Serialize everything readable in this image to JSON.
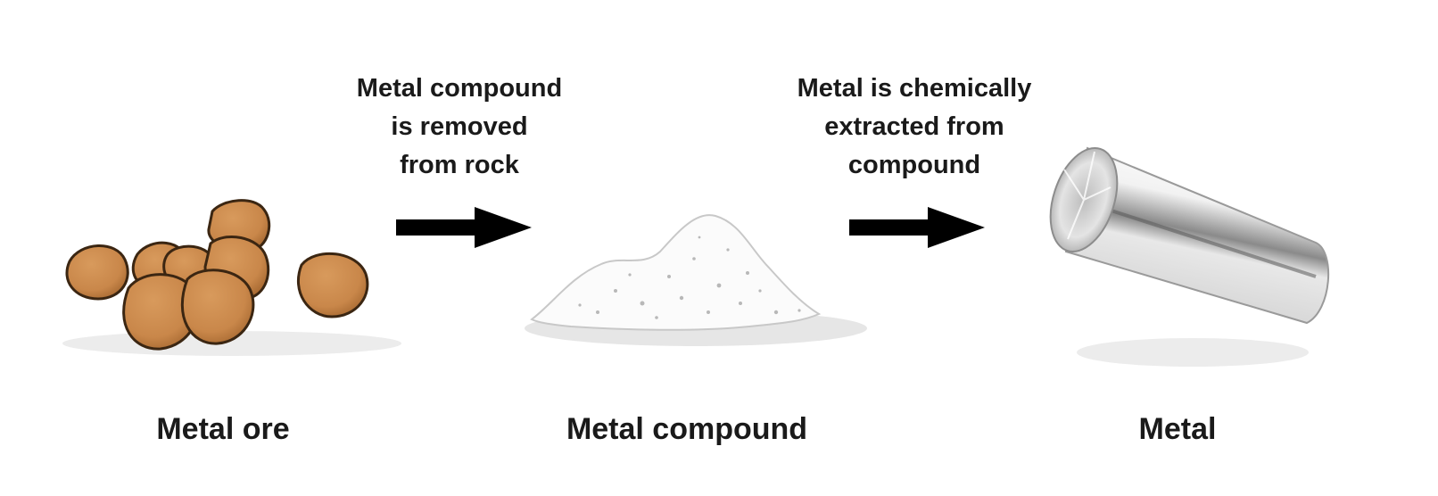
{
  "stages": [
    {
      "label": "Metal ore",
      "icon": "ore-rocks-icon"
    },
    {
      "label": "Metal compound",
      "icon": "powder-pile-icon"
    },
    {
      "label": "Metal",
      "icon": "metal-cylinder-icon"
    }
  ],
  "steps": [
    {
      "lines": [
        "Metal compound",
        "is removed",
        "from rock"
      ]
    },
    {
      "lines": [
        "Metal is chemically",
        "extracted from",
        "compound"
      ]
    }
  ],
  "colors": {
    "ore_fill": "#c9874a",
    "ore_outline": "#3b2612",
    "arrow": "#000000",
    "shadow": "#e6e6e6"
  }
}
